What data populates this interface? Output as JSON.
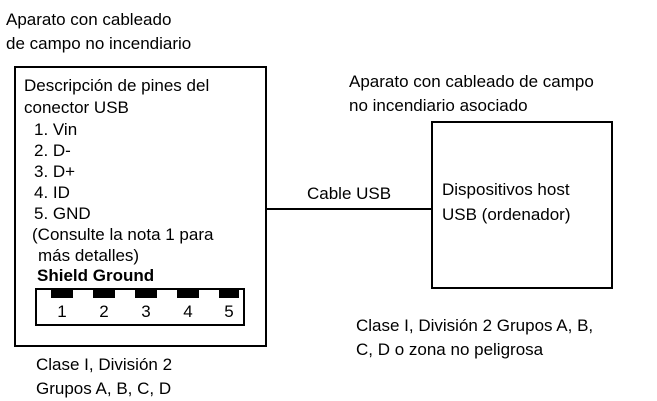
{
  "left_apparatus": {
    "title_line1": "Aparato con cableado",
    "title_line2": "de campo no incendiario",
    "pin_desc_line1": "Descripción de pines del",
    "pin_desc_line2": "conector USB",
    "pins": [
      "1. Vin",
      "2. D-",
      "3. D+",
      "4. ID",
      "5. GND"
    ],
    "note_line1": "(Consulte la nota 1 para",
    "note_line2": "más detalles)",
    "shield_ground": "Shield Ground",
    "connector_pins": [
      "1",
      "2",
      "3",
      "4",
      "5"
    ],
    "class_line1": "Clase I, División 2",
    "class_line2": "Grupos A, B, C, D"
  },
  "cable": {
    "label": "Cable USB"
  },
  "right_apparatus": {
    "title_line1": "Aparato con cableado de campo",
    "title_line2": "no incendiario asociado",
    "host_line1": "Dispositivos host",
    "host_line2": "USB (ordenador)",
    "class_line1": "Clase I, División 2 Grupos A, B,",
    "class_line2": "C, D o zona no peligrosa"
  }
}
